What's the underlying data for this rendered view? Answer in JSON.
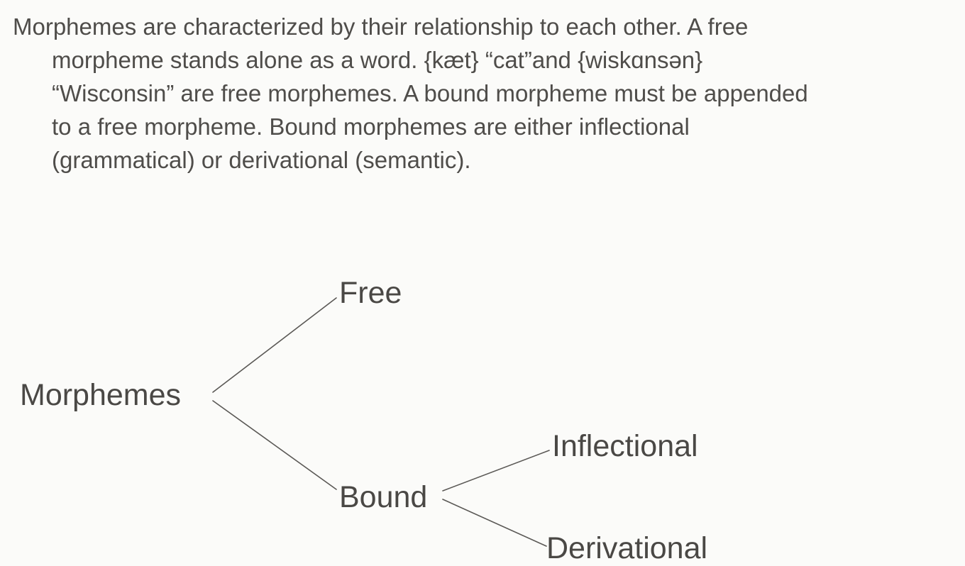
{
  "paragraph": {
    "lines": [
      "Morphemes are characterized by their relationship to each other.  A free",
      "morpheme stands alone as a word. {kæt} “cat”and {wiskɑnsən}",
      "“Wisconsin” are free morphemes.  A bound morpheme must be appended",
      "to a free morpheme.  Bound morphemes are either inflectional",
      "(grammatical) or  derivational (semantic)."
    ]
  },
  "tree": {
    "root": "Morphemes",
    "free": "Free",
    "bound": "Bound",
    "inflectional": "Inflectional",
    "derivational": "Derivational"
  },
  "colors": {
    "text": "#4a4845",
    "lines": "#5a5855",
    "background": "#fbfbf9"
  }
}
